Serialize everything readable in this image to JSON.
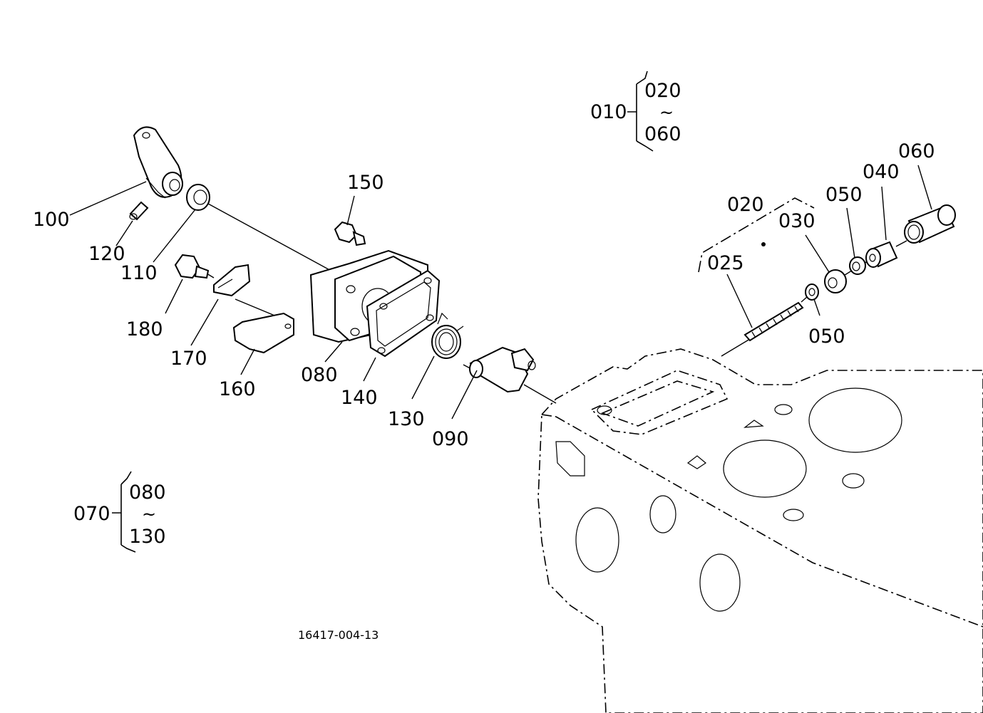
{
  "labels": {
    "p010": "010",
    "p020a": "020",
    "p060a": "060",
    "p060": "060",
    "p040": "040",
    "p050a": "050",
    "p020": "020",
    "p030": "030",
    "p025": "025",
    "p050b": "050",
    "p150": "150",
    "p100": "100",
    "p120": "120",
    "p110": "110",
    "p180": "180",
    "p170": "170",
    "p160": "160",
    "p080": "080",
    "p140": "140",
    "p130": "130",
    "p090": "090",
    "p070": "070",
    "p080b": "080",
    "p130b": "130",
    "tilde1": "~",
    "tilde2": "~"
  },
  "drawing_code": "16417-004-13"
}
